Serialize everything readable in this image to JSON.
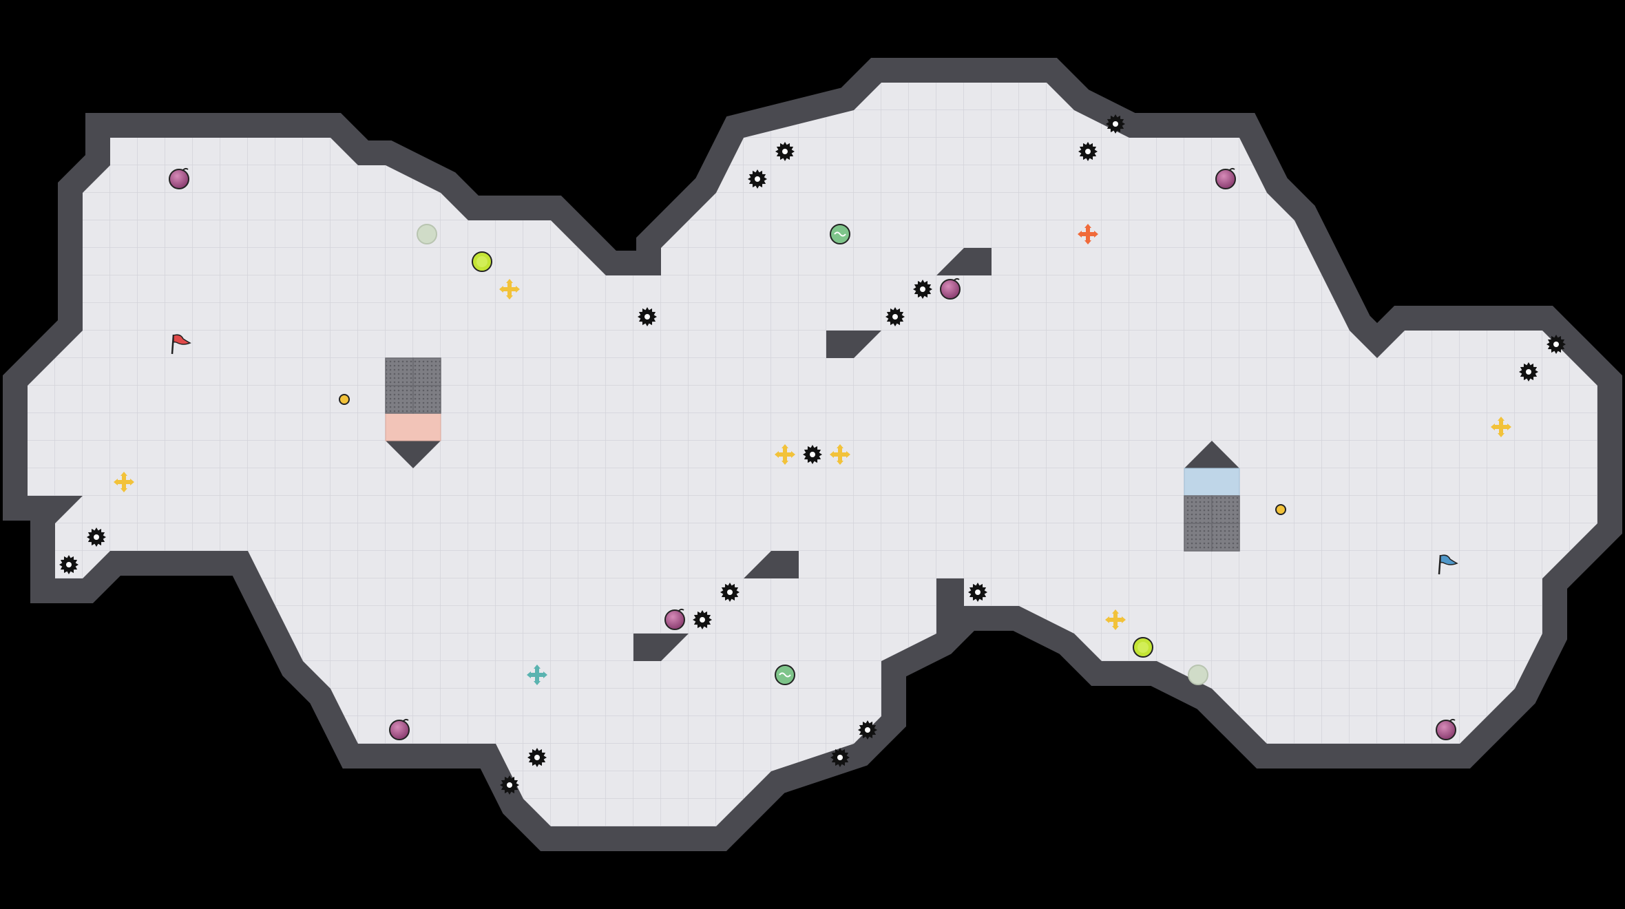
{
  "level": {
    "columns": 59,
    "rows": 33,
    "colors": {
      "background": "#000000",
      "floor": "#e8e8ec",
      "grid": "#d3d3d9",
      "wall": "#4a4a50",
      "wall_edge": "#2a2a30",
      "wall_highlight": "#ffffff",
      "red_team": "#e04a4a",
      "blue_team": "#4f97c9",
      "boost_yellow": "#f2c23a",
      "boost_red": "#f06a3a",
      "boost_teal": "#5ab3b0",
      "bomb": "#a24f86",
      "powerup": "#c4e535",
      "spike": "#111111"
    },
    "flags": [
      {
        "team": "red",
        "icon": "flag-icon",
        "col": 6.5,
        "row": 12.5
      },
      {
        "team": "blue",
        "icon": "flag-icon",
        "col": 52.5,
        "row": 20.5
      }
    ],
    "bombs": [
      {
        "col": 6.5,
        "row": 6.5
      },
      {
        "col": 44.5,
        "row": 6.5
      },
      {
        "col": 34.5,
        "row": 10.5
      },
      {
        "col": 24.5,
        "row": 22.5
      },
      {
        "col": 14.5,
        "row": 26.5
      },
      {
        "col": 52.5,
        "row": 26.5
      }
    ],
    "powerups": [
      {
        "col": 17.5,
        "row": 9.5
      },
      {
        "col": 41.5,
        "row": 23.5
      }
    ],
    "dormant_powerups": [
      {
        "col": 15.5,
        "row": 8.5
      },
      {
        "col": 43.5,
        "row": 24.5
      }
    ],
    "portals": [
      {
        "col": 30.5,
        "row": 8.5
      },
      {
        "col": 28.5,
        "row": 24.5
      }
    ],
    "boosts": [
      {
        "col": 18.5,
        "row": 10.5,
        "color": "yellow"
      },
      {
        "col": 4.5,
        "row": 17.5,
        "color": "yellow"
      },
      {
        "col": 28.5,
        "row": 16.5,
        "color": "yellow"
      },
      {
        "col": 30.5,
        "row": 16.5,
        "color": "yellow"
      },
      {
        "col": 40.5,
        "row": 22.5,
        "color": "yellow"
      },
      {
        "col": 54.5,
        "row": 15.5,
        "color": "yellow"
      },
      {
        "col": 39.5,
        "row": 8.5,
        "color": "red"
      },
      {
        "col": 19.5,
        "row": 24.5,
        "color": "teal"
      }
    ],
    "spikes": [
      {
        "col": 28.5,
        "row": 5.5
      },
      {
        "col": 27.5,
        "row": 6.5
      },
      {
        "col": 39.5,
        "row": 5.5
      },
      {
        "col": 40.5,
        "row": 4.5
      },
      {
        "col": 23.5,
        "row": 11.5
      },
      {
        "col": 33.5,
        "row": 10.5
      },
      {
        "col": 32.5,
        "row": 11.5
      },
      {
        "col": 29.5,
        "row": 16.5
      },
      {
        "col": 3.5,
        "row": 19.5
      },
      {
        "col": 2.5,
        "row": 20.5
      },
      {
        "col": 26.5,
        "row": 21.5
      },
      {
        "col": 25.5,
        "row": 22.5
      },
      {
        "col": 35.5,
        "row": 21.5
      },
      {
        "col": 56.5,
        "row": 12.5
      },
      {
        "col": 55.5,
        "row": 13.5
      },
      {
        "col": 19.5,
        "row": 27.5
      },
      {
        "col": 18.5,
        "row": 28.5
      },
      {
        "col": 31.5,
        "row": 26.5
      },
      {
        "col": 30.5,
        "row": 27.5
      }
    ],
    "buttons": [
      {
        "col": 12.5,
        "row": 14.5
      },
      {
        "col": 46.5,
        "row": 18.5
      }
    ],
    "gates": [
      {
        "team": "red",
        "cells": [
          [
            14,
            15
          ],
          [
            15,
            15
          ]
        ]
      },
      {
        "team": "blue",
        "cells": [
          [
            43,
            17
          ],
          [
            44,
            17
          ]
        ]
      }
    ],
    "bomb_tiles": [
      [
        14,
        13
      ],
      [
        15,
        13
      ],
      [
        14,
        14
      ],
      [
        15,
        14
      ],
      [
        43,
        18
      ],
      [
        44,
        18
      ],
      [
        43,
        19
      ],
      [
        44,
        19
      ]
    ]
  }
}
